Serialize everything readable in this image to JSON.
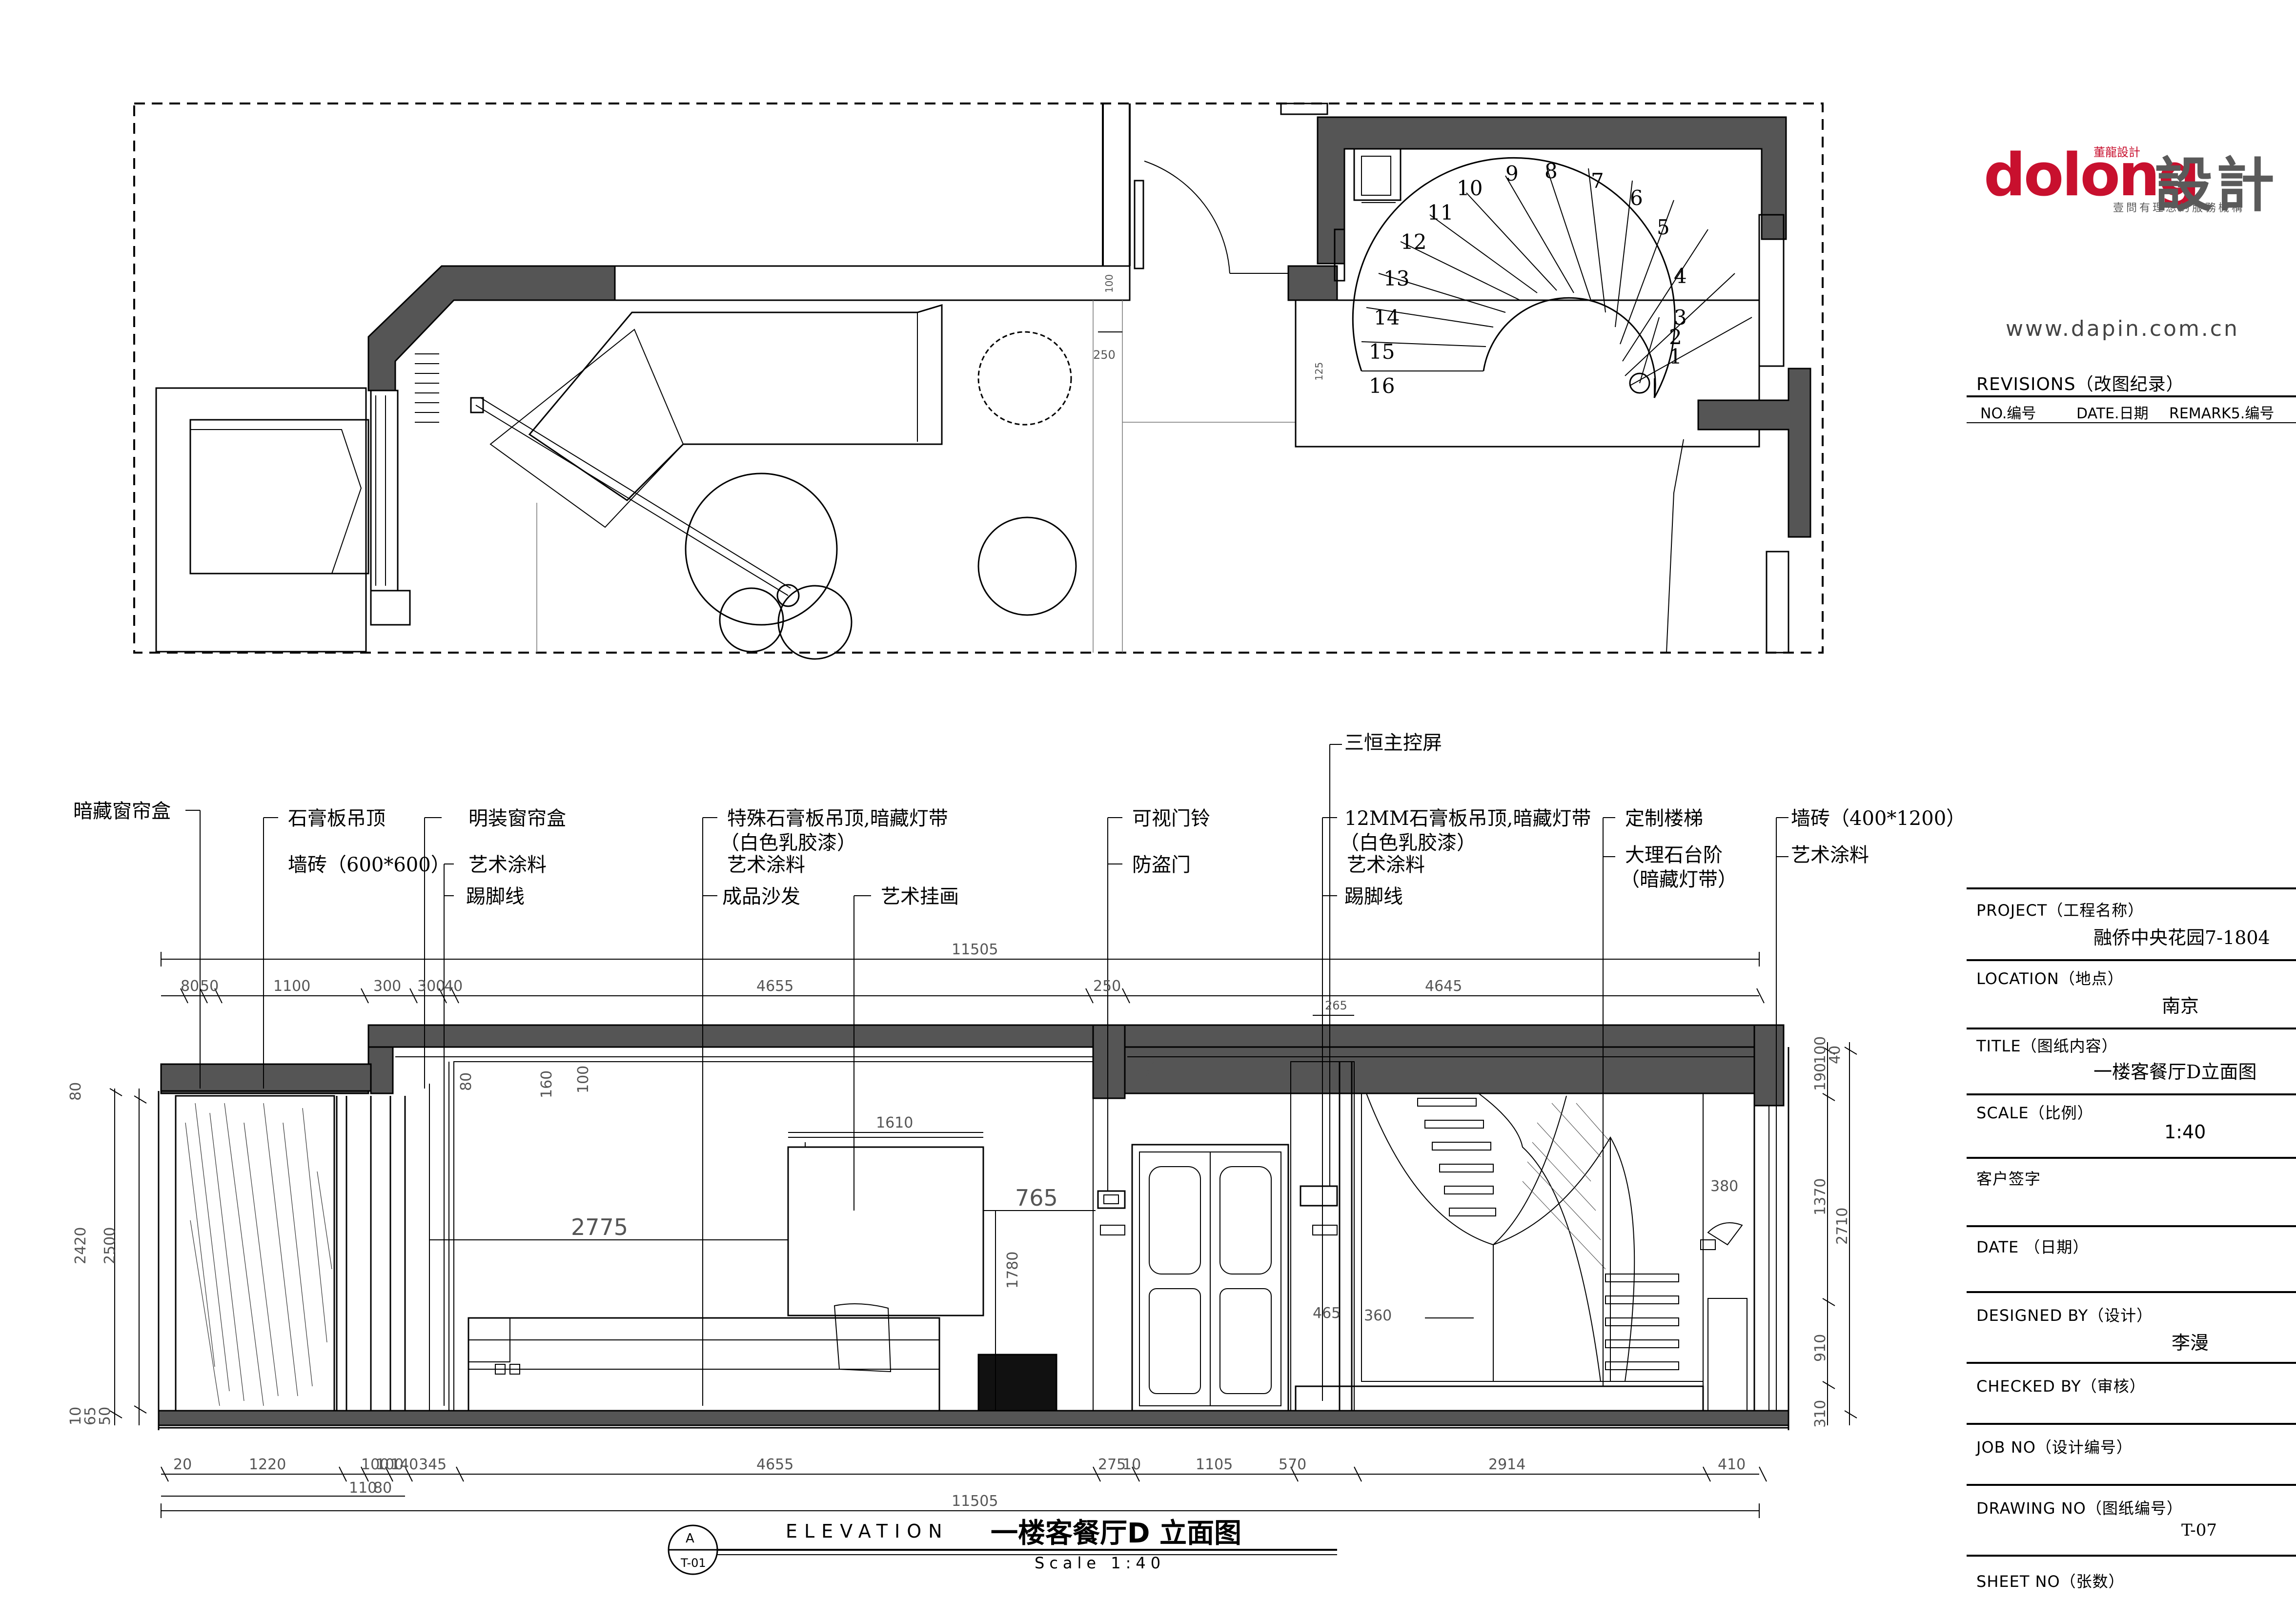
{
  "brand": {
    "logo_latin": "dolong",
    "logo_small": "董龍設計",
    "logo_cjk": "設計",
    "slogan": "壹問有理想的服務機構",
    "website": "www.dapin.com.cn"
  },
  "revisions": {
    "title": "REVISIONS（改图纪录）",
    "col_no": "NO.编号",
    "col_date": "DATE.日期",
    "col_remark": "REMARK5.编号"
  },
  "title_block": {
    "project_label": "PROJECT（工程名称）",
    "project_value": "融侨中央花园7-1804",
    "location_label": "LOCATION（地点）",
    "location_value": "南京",
    "title_label": "TITLE（图纸内容）",
    "title_value": "一楼客餐厅D立面图",
    "scale_label": "SCALE（比例）",
    "scale_value": "1:40",
    "client_label": "客户签字",
    "date_label": "DATE （日期）",
    "designed_label": "DESIGNED BY（设计）",
    "designed_value": "李漫",
    "checked_label": "CHECKED BY（审核）",
    "job_label": "JOB   NO（设计编号）",
    "drawing_label": "DRAWING NO（图纸编号）",
    "drawing_value": "T-07",
    "sheet_label": "SHEET NO（张数）"
  },
  "annotations": [
    {
      "text": "暗藏窗帘盒"
    },
    {
      "text": "石膏板吊顶"
    },
    {
      "text": "墙砖（600*600）"
    },
    {
      "text": "明装窗帘盒"
    },
    {
      "text": "艺术涂料"
    },
    {
      "text": "踢脚线"
    },
    {
      "text": "特殊石膏板吊顶,暗藏灯带"
    },
    {
      "text": "（白色乳胶漆）"
    },
    {
      "text": "艺术涂料"
    },
    {
      "text": "成品沙发"
    },
    {
      "text": "艺术挂画"
    },
    {
      "text": "可视门铃"
    },
    {
      "text": "防盗门"
    },
    {
      "text": "三恒主控屏"
    },
    {
      "text": "12MM石膏板吊顶,暗藏灯带"
    },
    {
      "text": "（白色乳胶漆）"
    },
    {
      "text": "艺术涂料"
    },
    {
      "text": "踢脚线"
    },
    {
      "text": "定制楼梯"
    },
    {
      "text": "大理石台阶"
    },
    {
      "text": "（暗藏灯带）"
    },
    {
      "text": "墙砖（400*1200）"
    },
    {
      "text": "艺术涂料"
    }
  ],
  "stair_numbers": [
    "1",
    "2",
    "3",
    "4",
    "5",
    "6",
    "7",
    "8",
    "9",
    "10",
    "11",
    "12",
    "13",
    "14",
    "15",
    "16"
  ],
  "dimensions": {
    "top_total": "11505",
    "top_segments": [
      "80",
      "50",
      "1100",
      "300",
      "300",
      "40",
      "4655",
      "250",
      "4645"
    ],
    "top_small": "265",
    "bottom_total": "11505",
    "bottom_segments": [
      "20",
      "1220",
      "100",
      "100",
      "140",
      "345",
      "4655",
      "275",
      "10",
      "1105",
      "570",
      "2914",
      "410"
    ],
    "bottom_sub": [
      "110",
      "80"
    ],
    "left_heights": [
      "80",
      "2420",
      "2500",
      "10",
      "65",
      "50"
    ],
    "right_heights": [
      "190",
      "100",
      "40",
      "1370",
      "2710",
      "910",
      "310"
    ],
    "inner": [
      "1610",
      "765",
      "2775",
      "1780",
      "80",
      "160",
      "100",
      "250",
      "465",
      "360",
      "380"
    ],
    "plan_dims": [
      "250",
      "100",
      "125"
    ]
  },
  "caption": {
    "marker_top": "A",
    "marker_bottom": "T-01",
    "elevation": "ELEVATION",
    "title_cn": "一楼客餐厅D  立面图",
    "scale": "Scale   1:40"
  },
  "colors": {
    "wall": "#555555",
    "logo_red": "#c8102e",
    "logo_gray": "#5a5a5a"
  }
}
